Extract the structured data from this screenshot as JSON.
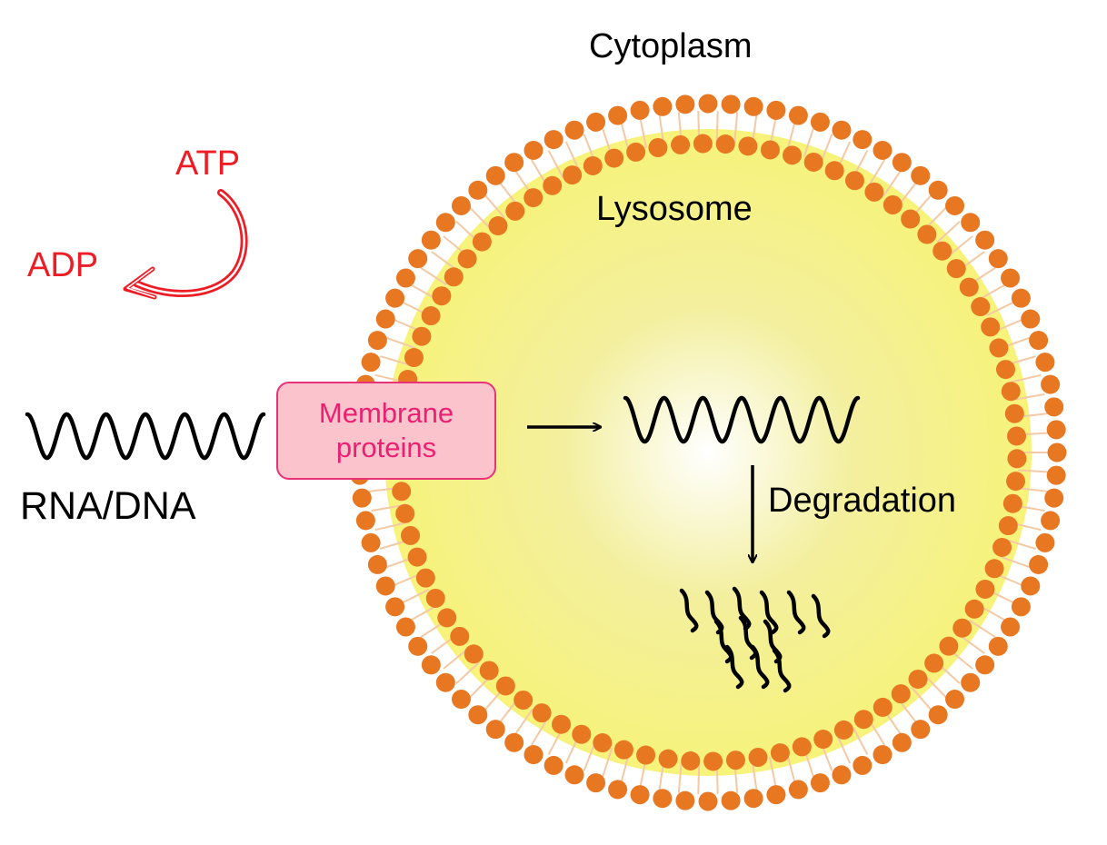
{
  "labels": {
    "cytoplasm": "Cytoplasm",
    "lysosome": "Lysosome",
    "atp": "ATP",
    "adp": "ADP",
    "rna_dna": "RNA/DNA",
    "membrane_line1": "Membrane",
    "membrane_line2": "proteins",
    "degradation": "Degradation"
  },
  "colors": {
    "lipid_head": "#e87722",
    "lipid_tail": "#f3c9a6",
    "lysosome_center": "#ffffff",
    "lysosome_mid": "#f3ef9e",
    "lysosome_edge": "#f7f37a",
    "energy_text": "#ee1c25",
    "membrane_protein_text": "#ec1f72",
    "membrane_protein_fill": "#fbc3cc",
    "membrane_protein_border": "#e8337a",
    "nucleic_acid": "#000000"
  },
  "icons": {
    "nucleic_acid": "wave-strand-icon",
    "fragments": "degraded-fragment-icon",
    "energy_cycle": "curved-arrow-icon"
  }
}
